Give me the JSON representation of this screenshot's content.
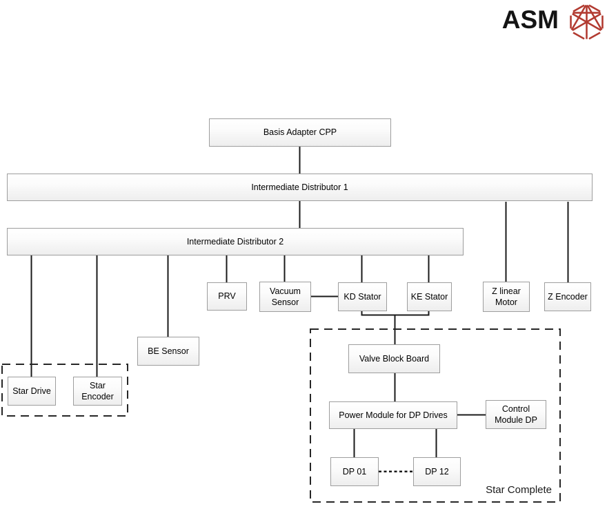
{
  "logo": {
    "text": "ASM",
    "text_color": "#141414",
    "icon_color": "#b23b31"
  },
  "nodes": {
    "basis_adapter": "Basis Adapter CPP",
    "intermediate_distributor_1": "Intermediate Distributor 1",
    "intermediate_distributor_2": "Intermediate Distributor 2",
    "prv": "PRV",
    "vacuum_sensor": "Vacuum Sensor",
    "kd_stator": "KD Stator",
    "ke_stator": "KE Stator",
    "z_linear_motor": "Z linear Motor",
    "z_encoder": "Z Encoder",
    "be_sensor": "BE Sensor",
    "star_drive": "Star Drive",
    "star_encoder": "Star Encoder",
    "valve_block_board": "Valve Block Board",
    "power_module": "Power Module for DP Drives",
    "control_module": "Control Module DP",
    "dp_01": "DP 01",
    "dp_12": "DP 12"
  },
  "groups": {
    "star_complete": "Star Complete"
  },
  "colors": {
    "connector": "#1a1a1a",
    "node_border": "#9d9d9d",
    "dashed_group": "#262626"
  }
}
